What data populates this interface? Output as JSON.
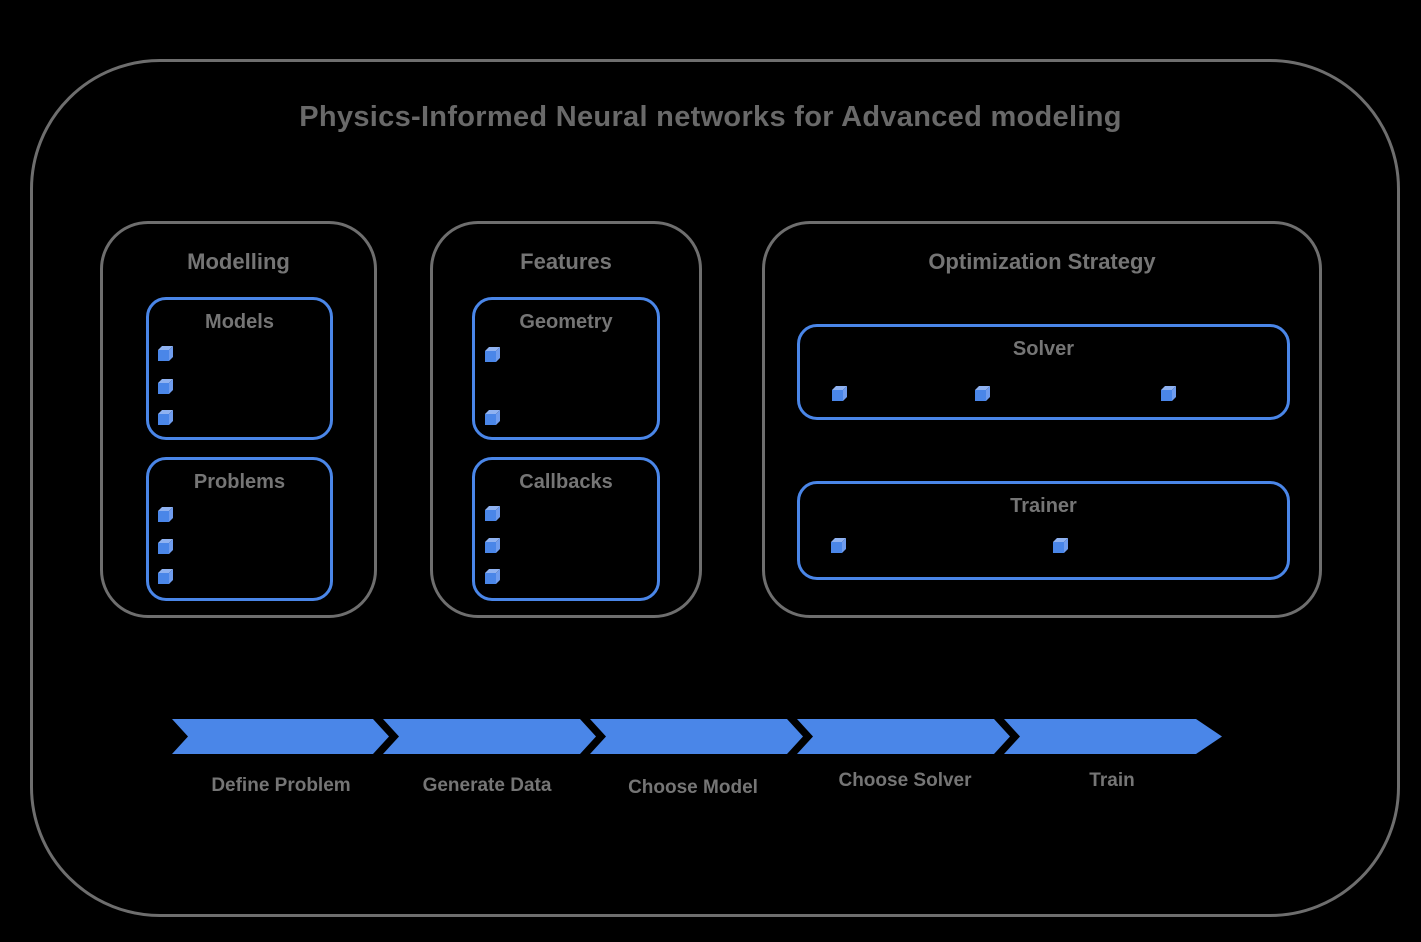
{
  "title": "Physics-Informed Neural networks for Advanced modeling",
  "colors": {
    "accent_blue": "#4a86e8",
    "border_gray": "#6e6e6e",
    "text_gray": "#757575",
    "title_gray": "#696969",
    "cube_top": "#8fb2f1",
    "cube_side": "#6f9cee",
    "bg": "#000000"
  },
  "icons": {
    "bullet": "cube-icon"
  },
  "sections": {
    "modelling": {
      "title": "Modelling",
      "groups": [
        {
          "label": "Models",
          "item_count": 3
        },
        {
          "label": "Problems",
          "item_count": 3
        }
      ]
    },
    "features": {
      "title": "Features",
      "groups": [
        {
          "label": "Geometry",
          "item_count": 2
        },
        {
          "label": "Callbacks",
          "item_count": 3
        }
      ]
    },
    "optimization": {
      "title": "Optimization Strategy",
      "groups": [
        {
          "label": "Solver",
          "item_count": 3
        },
        {
          "label": "Trainer",
          "item_count": 2
        }
      ]
    }
  },
  "flow": {
    "steps": [
      {
        "label": "Define Problem"
      },
      {
        "label": "Generate Data"
      },
      {
        "label": "Choose Model"
      },
      {
        "label": "Choose Solver"
      },
      {
        "label": "Train"
      }
    ]
  }
}
